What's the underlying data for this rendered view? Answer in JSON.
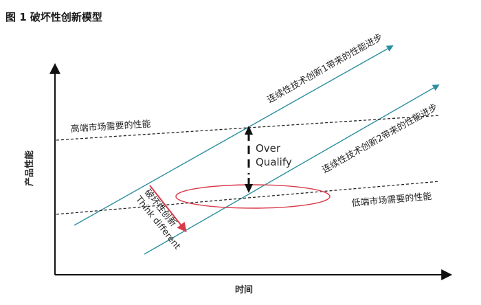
{
  "figure": {
    "title": "图 1  破坏性创新模型"
  },
  "axes": {
    "y_label": "产品性能",
    "x_label": "时间"
  },
  "lines": {
    "high_end": "高端市场需要的性能",
    "low_end": "低端市场需要的性能",
    "sustaining_1": "连续性技术创新1带来的性能进步",
    "sustaining_2": "连续性技术创新2带来的性能进步"
  },
  "annotations": {
    "over_line1": "Over",
    "over_line2": "Qualify",
    "disruptive_cn": "破坏性创新",
    "disruptive_en": "Think different"
  },
  "colors": {
    "teal": "#2a8f9e",
    "red": "#d93a4a",
    "ink": "#222222"
  }
}
